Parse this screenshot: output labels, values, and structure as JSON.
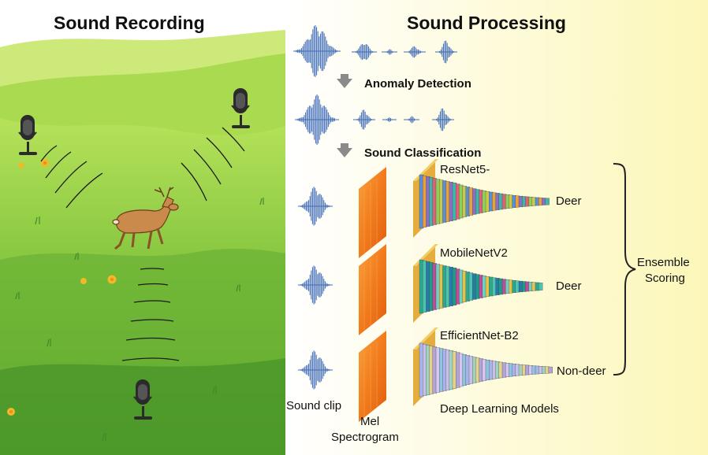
{
  "titles": {
    "left": "Sound Recording",
    "right": "Sound Processing"
  },
  "steps": {
    "anomaly": "Anomaly Detection",
    "classification": "Sound Classification"
  },
  "models": [
    {
      "name": "ResNet5-",
      "output": "Deer"
    },
    {
      "name": "MobileNetV2",
      "output": "Deer"
    },
    {
      "name": "EfficientNet-B2",
      "output": "Non-deer"
    }
  ],
  "ensemble": {
    "line1": "Ensemble",
    "line2": "Scoring"
  },
  "captions": {
    "sound_clip": "Sound clip",
    "mel_line1": "Mel",
    "mel_line2": "Spectrogram",
    "models": "Deep Learning Models"
  },
  "colors": {
    "sky": "#ffffff",
    "grass_light": "#a6d94a",
    "grass_dark": "#4f9d2c",
    "panel": "#fdf9c7",
    "waveform": "#3f6bb5",
    "spectrogram": "#f27b1c",
    "model_box": "#e9b444",
    "arrow": "#8a8a8a"
  },
  "icons": [
    "microphone-icon",
    "deer-icon",
    "flower-icon",
    "down-arrow-icon",
    "brace-icon"
  ]
}
